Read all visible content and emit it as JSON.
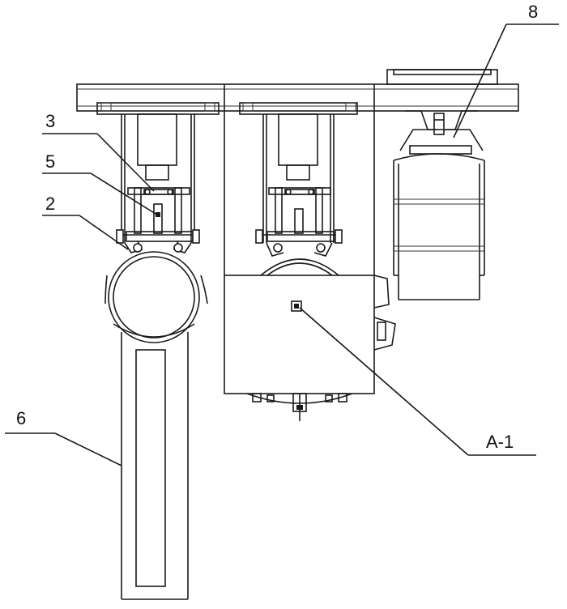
{
  "figure": {
    "kind": "mechanical-drawing",
    "stroke_color": "#1a1a1a",
    "background_color": "#ffffff"
  },
  "labels": {
    "callout_3": "3",
    "callout_5": "5",
    "callout_2": "2",
    "callout_6": "6",
    "callout_8": "8",
    "callout_a1": "A-1"
  }
}
